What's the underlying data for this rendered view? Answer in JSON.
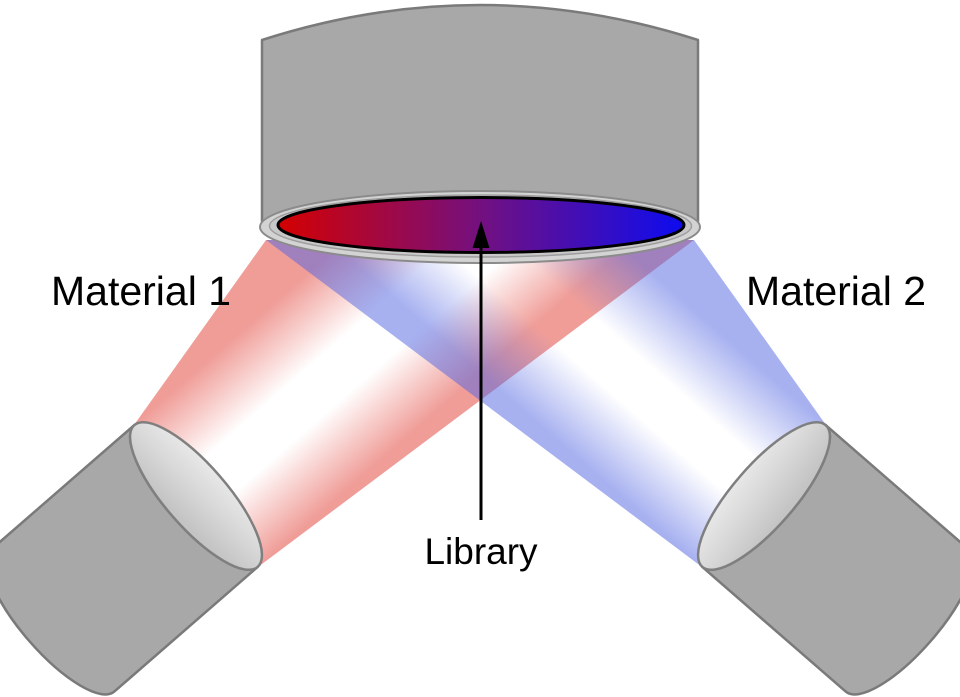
{
  "figure": {
    "labels": {
      "material1": "Material 1",
      "material2": "Material 2",
      "library": "Library"
    },
    "colors": {
      "gradient_red": "#d40000",
      "gradient_mid": "#731080",
      "gradient_blue": "#0c0cf0",
      "beam_red": "rgba(225,60,50,0.5)",
      "beam_blue": "rgba(80,100,225,0.5)",
      "body_gray": "#a8a8a8",
      "outline_gray": "#7a7a7a",
      "rim_gray": "#d3d3d3",
      "rim_inner_gray": "#c8c8c8",
      "face_gray": "#d9d9d9",
      "arrow_black": "#000000"
    }
  }
}
